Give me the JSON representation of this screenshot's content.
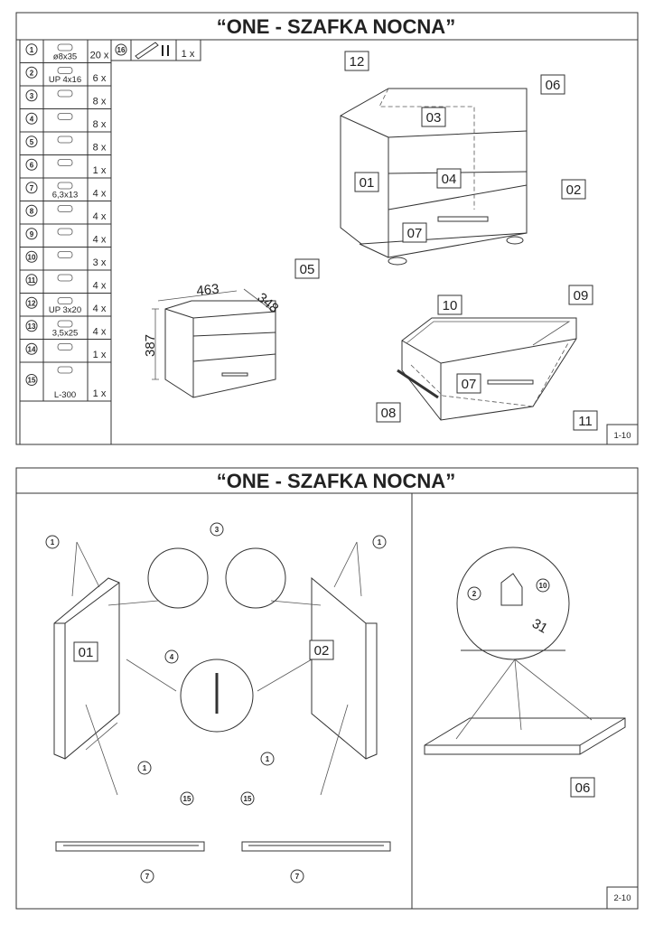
{
  "sheet1": {
    "title": "“ONE - SZAFKA NOCNA”",
    "page": "1-10",
    "parts": [
      {
        "n": "1",
        "label": "ø8x35",
        "qty": "20 x"
      },
      {
        "n": "2",
        "label": "UP 4x16",
        "qty": "6 x"
      },
      {
        "n": "3",
        "label": "",
        "qty": "8 x"
      },
      {
        "n": "4",
        "label": "",
        "qty": "8 x"
      },
      {
        "n": "5",
        "label": "",
        "qty": "8 x"
      },
      {
        "n": "6",
        "label": "",
        "qty": "1 x"
      },
      {
        "n": "7",
        "label": "6,3x13",
        "qty": "4 x"
      },
      {
        "n": "8",
        "label": "",
        "qty": "4 x"
      },
      {
        "n": "9",
        "label": "",
        "qty": "4 x"
      },
      {
        "n": "10",
        "label": "",
        "qty": "3 x"
      },
      {
        "n": "11",
        "label": "",
        "qty": "4 x"
      },
      {
        "n": "12",
        "label": "UP 3x20",
        "qty": "4 x"
      },
      {
        "n": "13",
        "label": "3,5x25",
        "qty": "4 x"
      },
      {
        "n": "14",
        "label": "",
        "qty": "1 x"
      },
      {
        "n": "15",
        "label": "L-300",
        "qty": "1 x"
      },
      {
        "n": "16",
        "label": "",
        "qty": "1 x"
      }
    ],
    "dims": {
      "width": "463",
      "depth": "348",
      "height": "387"
    },
    "callouts": [
      "12",
      "06",
      "03",
      "01",
      "04",
      "02",
      "07",
      "05",
      "10",
      "09",
      "07",
      "08",
      "11"
    ]
  },
  "sheet2": {
    "title": "“ONE - SZAFKA NOCNA”",
    "page": "2-10",
    "panels": {
      "left": "01",
      "right": "02",
      "shelf": "06"
    },
    "parts": [
      "3",
      "1",
      "1",
      "4",
      "1",
      "1",
      "15",
      "15",
      "7",
      "7",
      "2",
      "10"
    ],
    "dim": "31"
  }
}
